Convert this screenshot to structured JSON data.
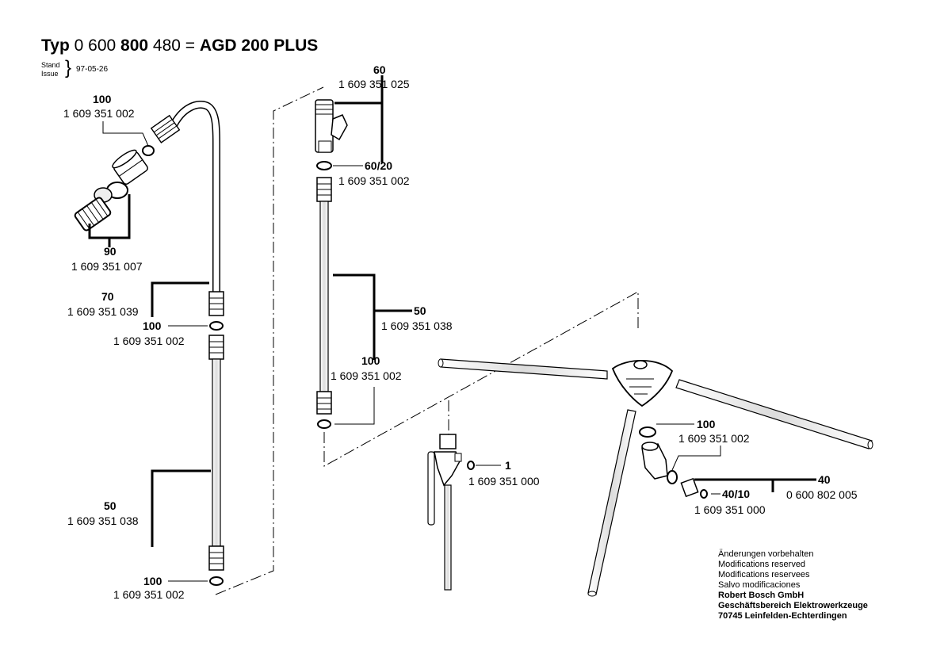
{
  "header": {
    "typ_label": "Typ",
    "code_a": "0 600",
    "code_b": "800",
    "code_c": "480 =",
    "model": "AGD 200 PLUS",
    "stand_label": "Stand",
    "issue_label": "Issue",
    "brace": "}",
    "date": "97-05-26"
  },
  "callouts": {
    "c100_top": {
      "number": "100",
      "part": "1 609 351 002"
    },
    "c90": {
      "number": "90",
      "part": "1 609 351 007"
    },
    "c70": {
      "number": "70",
      "part": "1 609 351 039"
    },
    "c100_mid": {
      "number": "100",
      "part": "1 609 351 002"
    },
    "c50_left": {
      "number": "50",
      "part": "1 609 351 038"
    },
    "c100_bottom": {
      "number": "100",
      "part": "1 609 351 002"
    },
    "c60": {
      "number": "60",
      "part": "1 609 351 025"
    },
    "c60_20": {
      "number": "60/20",
      "part": "1 609 351 002"
    },
    "c50_mid": {
      "number": "50",
      "part": "1 609 351 038"
    },
    "c100_center": {
      "number": "100",
      "part": "1 609 351 002"
    },
    "c1": {
      "number": "1",
      "part": "1 609 351 000"
    },
    "c100_right": {
      "number": "100",
      "part": "1 609 351 002"
    },
    "c40": {
      "number": "40",
      "part": "0 600 802 005"
    },
    "c40_10": {
      "number": "40/10",
      "part": "1 609 351 000"
    }
  },
  "notes": {
    "lines": [
      "Änderungen vorbehalten",
      "Modifications reserved",
      "Modifications reservees",
      "Salvo modificaciones"
    ],
    "company": [
      "Robert Bosch GmbH",
      "Geschäftsbereich Elektrowerkzeuge",
      "70745 Leinfelden-Echterdingen"
    ]
  }
}
